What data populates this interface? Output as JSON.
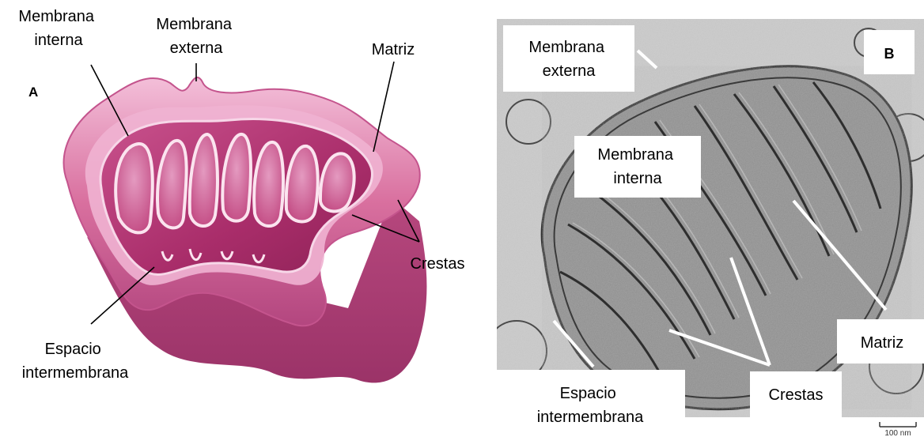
{
  "panel_a": {
    "letter": "A",
    "labels": {
      "inner_membrane": [
        "Membrana",
        "interna"
      ],
      "outer_membrane": [
        "Membrana",
        "externa"
      ],
      "matrix": "Matriz",
      "cristae": "Crestas",
      "intermembrane_space": [
        "Espacio",
        "intermembrana"
      ]
    },
    "colors": {
      "outer": "#d66aa6",
      "light": "#f2b6d4",
      "dark": "#a7306f",
      "inner": "#c2437f"
    }
  },
  "panel_b": {
    "letter": "B",
    "labels": {
      "outer_membrane": [
        "Membrana",
        "externa"
      ],
      "inner_membrane": [
        "Membrana",
        "interna"
      ],
      "matrix": "Matriz",
      "cristae": "Crestas",
      "intermembrane_space": [
        "Espacio",
        "intermembrana"
      ]
    },
    "scale_bar": "100 nm"
  }
}
